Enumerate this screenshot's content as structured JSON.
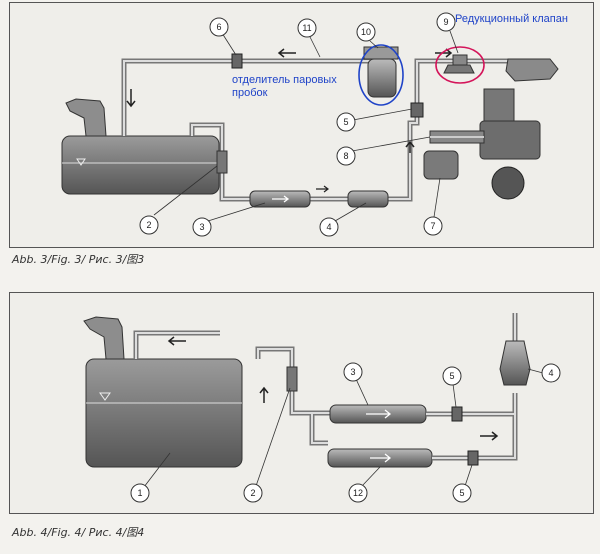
{
  "captions": {
    "top": "Abb. 3/Fig. 3/ Рис. 3/图3",
    "bottom": "Abb. 4/Fig. 4/ Рис. 4/图4"
  },
  "annotations": {
    "pressure_regulator": "Редукционный клапан",
    "vapor_separator": "отделитель паровых пробок"
  },
  "figure3_callouts": [
    "2",
    "3",
    "4",
    "5",
    "6",
    "7",
    "8",
    "9",
    "10",
    "11"
  ],
  "figure4_callouts": [
    "1",
    "2",
    "3",
    "4",
    "5",
    "5",
    "12"
  ],
  "colors": {
    "annotation_text": "#1f43c8",
    "separator_circle": "#1f43c8",
    "valve_circle": "#d4145a"
  }
}
